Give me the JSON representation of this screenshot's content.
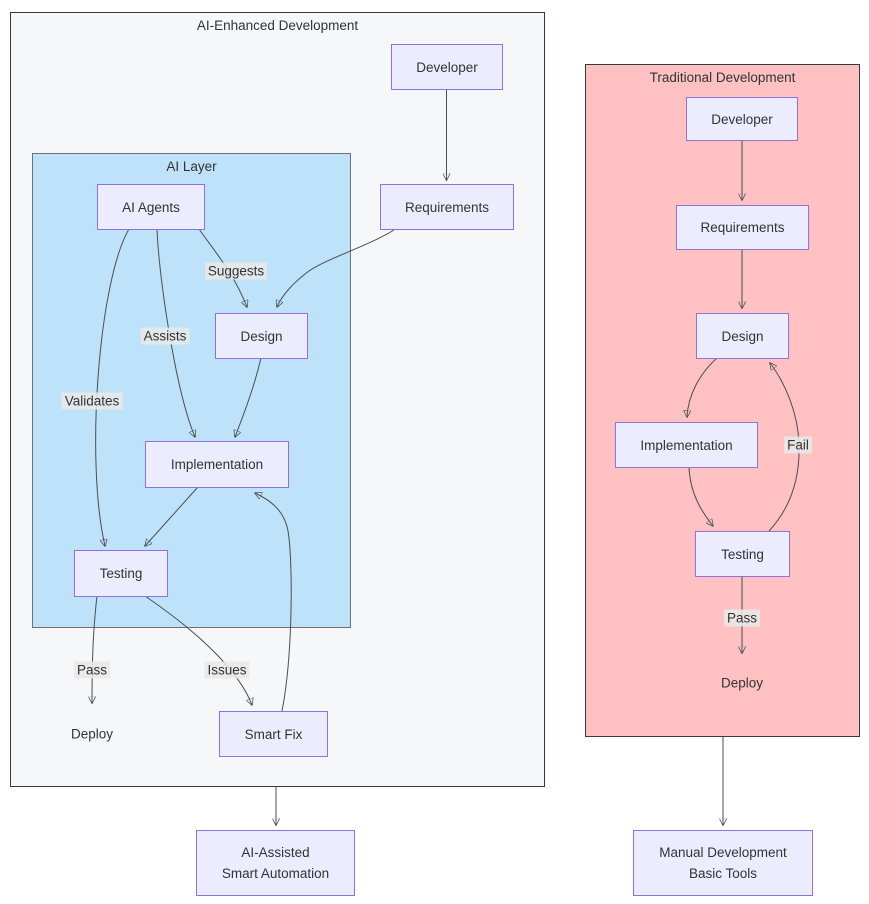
{
  "left_flow": {
    "title": "AI-Enhanced Development",
    "ai_layer": {
      "title": "AI Layer"
    },
    "nodes": {
      "developer": "Developer",
      "requirements": "Requirements",
      "ai_agents": "AI Agents",
      "design": "Design",
      "implementation": "Implementation",
      "testing": "Testing",
      "smart_fix": "Smart Fix",
      "deploy": "Deploy",
      "outcome": {
        "line1": "AI-Assisted",
        "line2": "Smart Automation"
      }
    },
    "edge_labels": {
      "suggests": "Suggests",
      "assists": "Assists",
      "validates": "Validates",
      "pass": "Pass",
      "issues": "Issues"
    }
  },
  "right_flow": {
    "title": "Traditional Development",
    "nodes": {
      "developer": "Developer",
      "requirements": "Requirements",
      "design": "Design",
      "implementation": "Implementation",
      "testing": "Testing",
      "deploy": "Deploy",
      "outcome": {
        "line1": "Manual Development",
        "line2": "Basic Tools"
      }
    },
    "edge_labels": {
      "fail": "Fail",
      "pass": "Pass"
    }
  },
  "colors": {
    "node_fill": "#ECECFF",
    "node_border": "#9370DB",
    "text": "#333333",
    "edge_line": "#4a4d52",
    "edge_label_bg": "#e8e8e8",
    "ai_layer_fill": "#bee2f9",
    "ai_enhanced_container_fill": "#f6f7f9",
    "traditional_container_fill": "#ffc1c1",
    "container_border": "#343a40"
  }
}
